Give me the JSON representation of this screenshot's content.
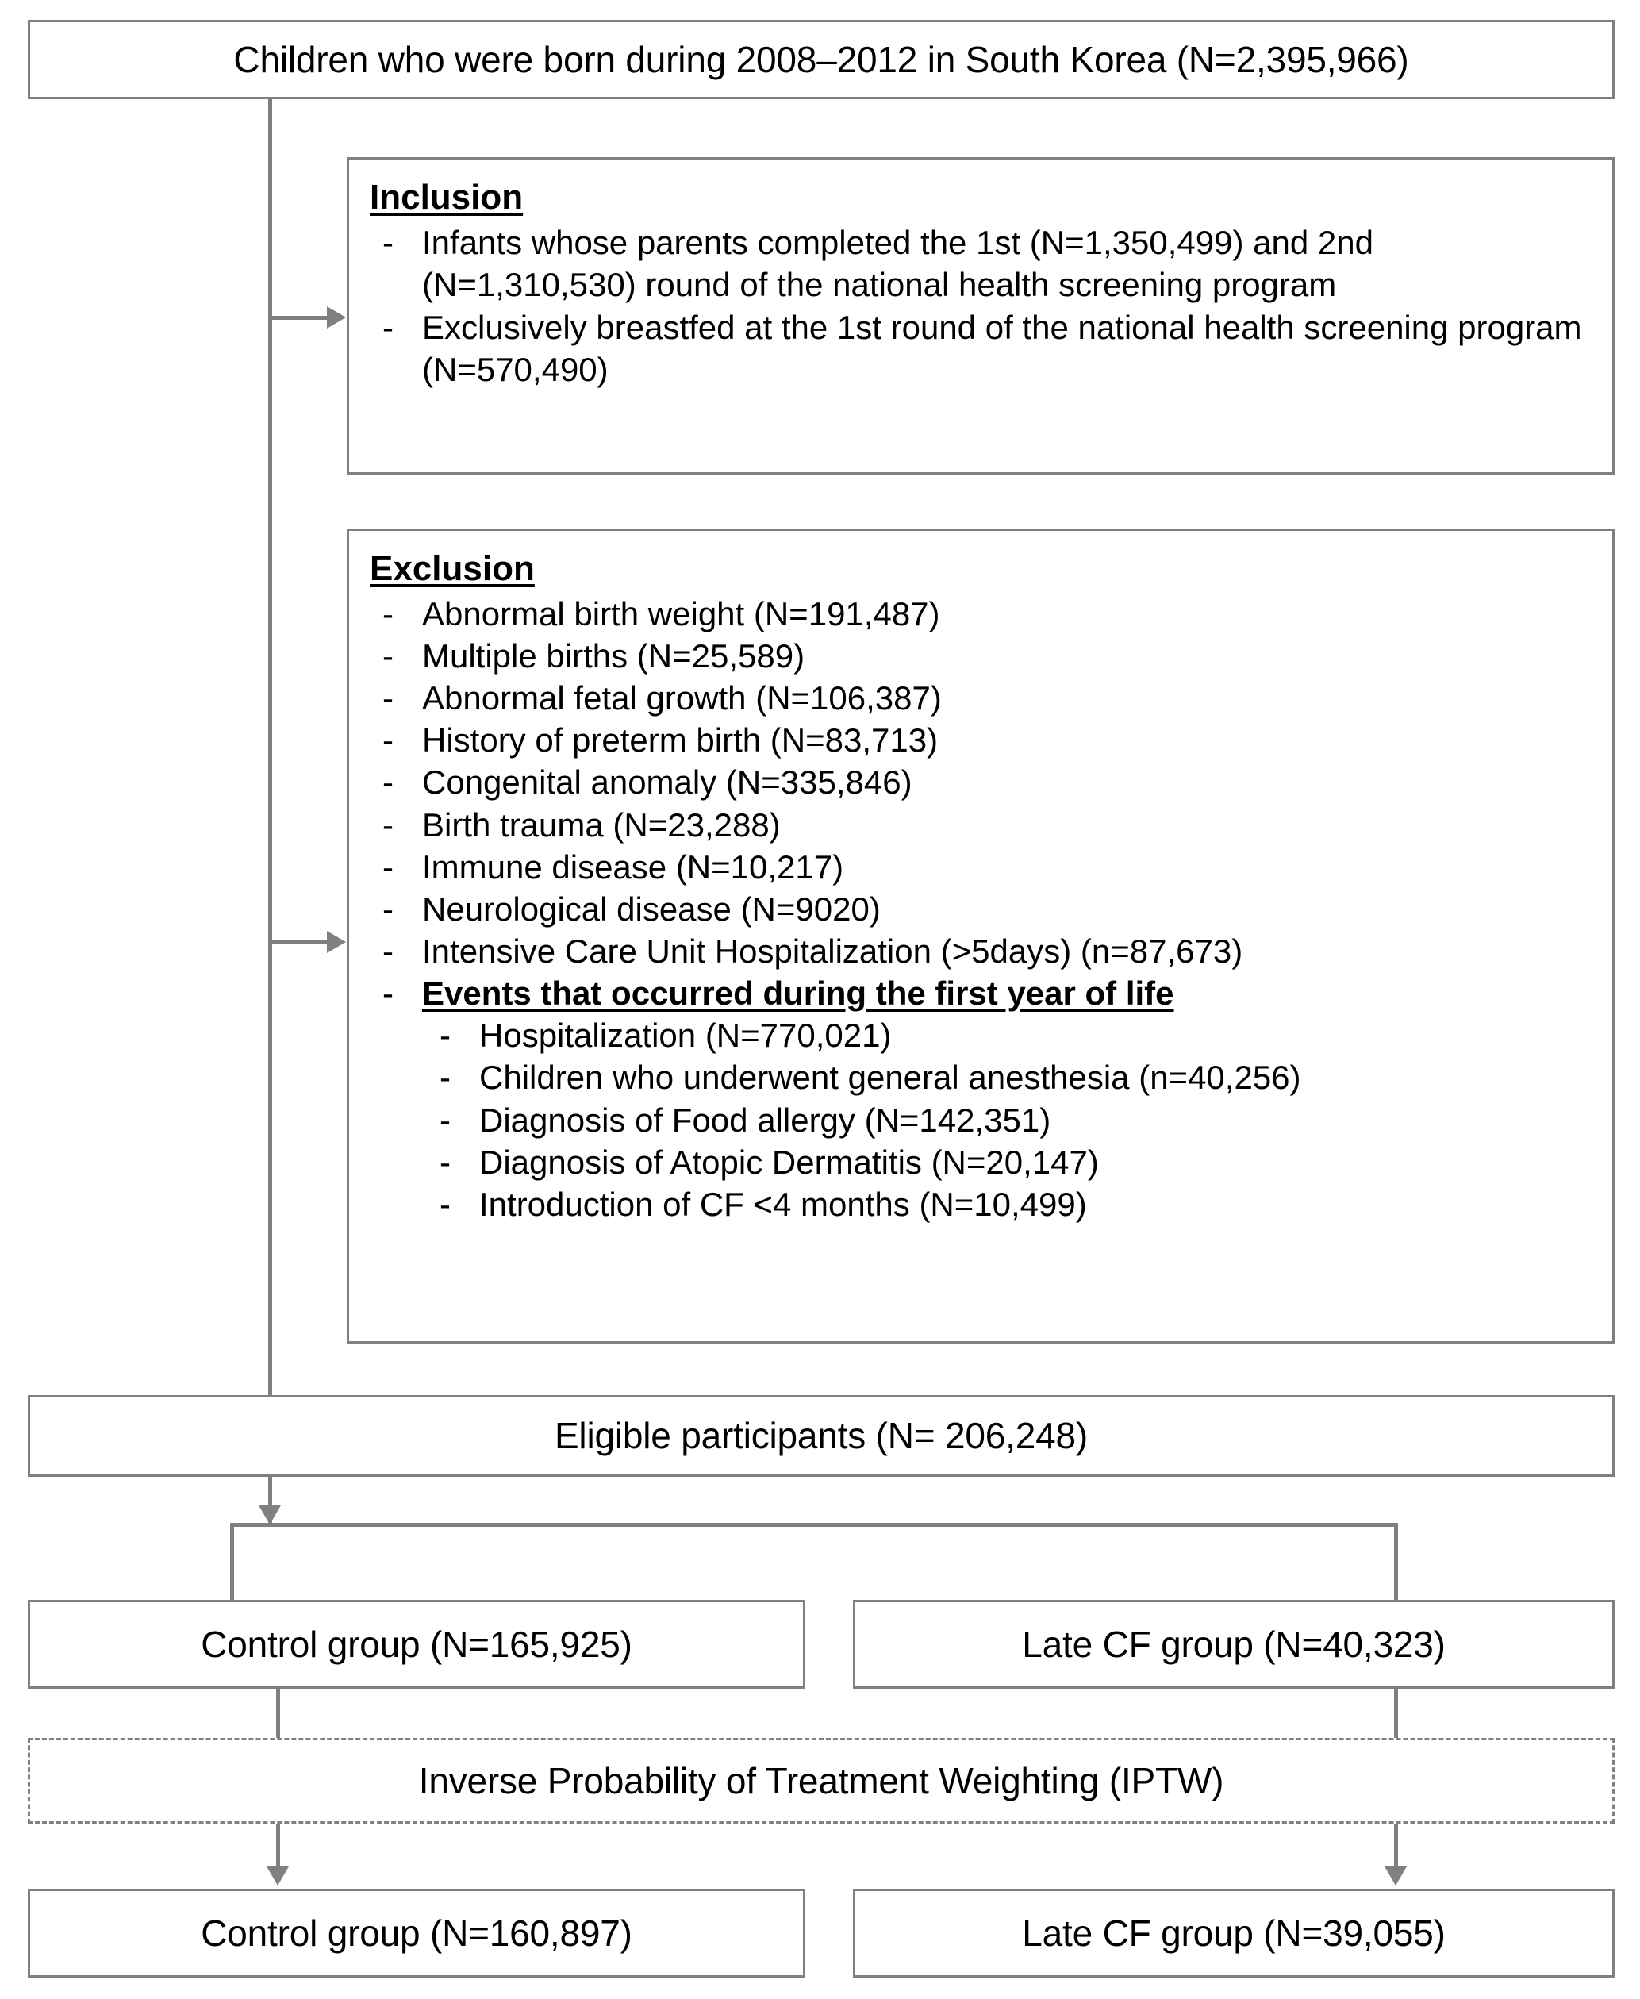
{
  "diagram": {
    "type": "flowchart",
    "title_box": {
      "label": "Children who were born during 2008–2012 in South Korea (N=2,395,966)"
    },
    "inclusion": {
      "heading": "Inclusion",
      "bullet": "-",
      "items": [
        "Infants whose parents completed the 1st (N=1,350,499)  and 2nd (N=1,310,530) round of the national health screening program",
        "Exclusively breastfed at the 1st round of the national health screening program  (N=570,490)"
      ]
    },
    "exclusion": {
      "heading": "Exclusion",
      "bullet": "-",
      "items": [
        "Abnormal birth weight (N=191,487)",
        "Multiple births (N=25,589)",
        "Abnormal fetal growth (N=106,387)",
        "History of preterm birth (N=83,713)",
        "Congenital anomaly (N=335,846)",
        "Birth trauma (N=23,288)",
        "Immune disease (N=10,217)",
        "Neurological disease (N=9020)",
        "Intensive Care Unit Hospitalization (>5days) (n=87,673)"
      ],
      "subgroup_heading": "Events that occurred during the first year of life",
      "subitems": [
        "Hospitalization (N=770,021)",
        "Children who underwent general anesthesia (n=40,256)",
        "Diagnosis of Food allergy (N=142,351)",
        "Diagnosis of Atopic Dermatitis (N=20,147)",
        "Introduction of CF <4 months (N=10,499)"
      ]
    },
    "eligible": {
      "label": "Eligible participants (N= 206,248)"
    },
    "groups_pre": {
      "control": "Control group (N=165,925)",
      "late_cf": "Late CF group (N=40,323)"
    },
    "iptw": {
      "label": "Inverse Probability of Treatment Weighting (IPTW)"
    },
    "groups_post": {
      "control": "Control group (N=160,897)",
      "late_cf": "Late CF group (N=39,055)"
    },
    "colors": {
      "border": "#808080",
      "connector": "#808080",
      "text": "#000000",
      "background": "#ffffff"
    }
  }
}
